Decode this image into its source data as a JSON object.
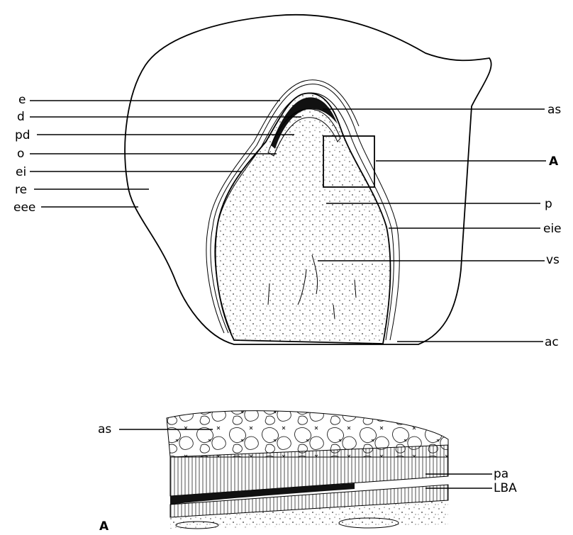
{
  "figure": {
    "top_labels_left": [
      "e",
      "d",
      "pd",
      "o",
      "ei",
      "re",
      "eee"
    ],
    "top_labels_right": [
      "as",
      "A",
      "p",
      "eie",
      "vs",
      "ac"
    ],
    "inset_labels": {
      "as": "as",
      "pa": "pa",
      "lba": "LBA",
      "panel": "A"
    }
  }
}
